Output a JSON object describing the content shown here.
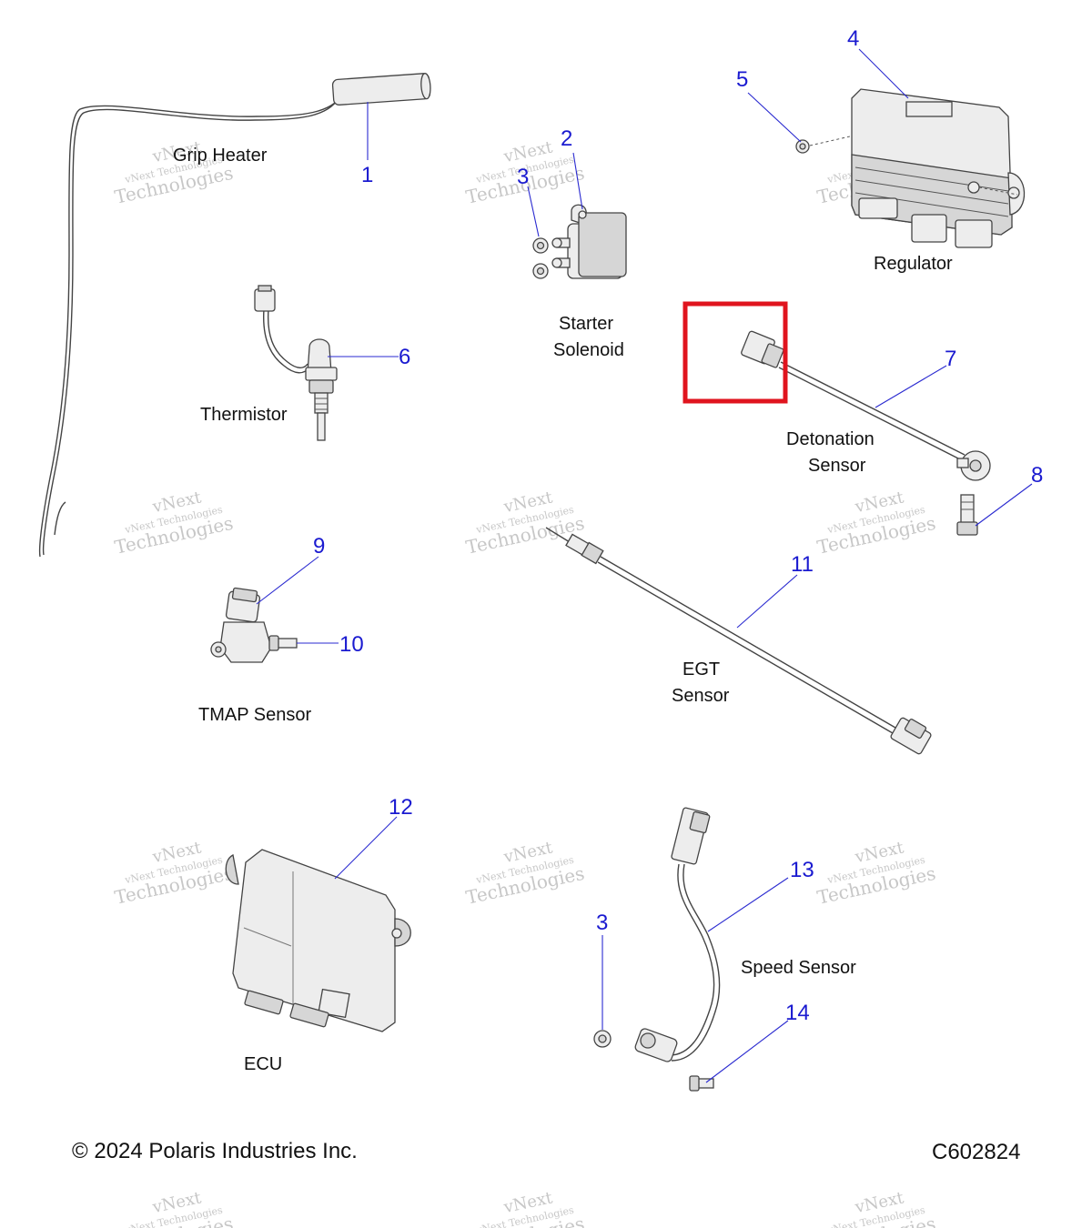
{
  "parts": [
    {
      "id": "grip-heater",
      "callout": "1",
      "label": "Grip Heater"
    },
    {
      "id": "starter-solenoid",
      "callout": "2",
      "label_lines": [
        "Starter",
        "Solenoid"
      ]
    },
    {
      "id": "nut-top",
      "callout": "3"
    },
    {
      "id": "regulator",
      "callout": "4",
      "label": "Regulator"
    },
    {
      "id": "regulator-screw",
      "callout": "5"
    },
    {
      "id": "thermistor",
      "callout": "6",
      "label": "Thermistor"
    },
    {
      "id": "detonation-sensor",
      "callout": "7",
      "label_lines": [
        "Detonation",
        "Sensor"
      ]
    },
    {
      "id": "detonation-bolt",
      "callout": "8"
    },
    {
      "id": "tmap-sensor",
      "callout": "9",
      "label": "TMAP Sensor"
    },
    {
      "id": "tmap-screw",
      "callout": "10"
    },
    {
      "id": "egt-sensor",
      "callout": "11",
      "label_lines": [
        "EGT",
        "Sensor"
      ]
    },
    {
      "id": "ecu",
      "callout": "12",
      "label": "ECU"
    },
    {
      "id": "speed-sensor",
      "callout": "13",
      "label": "Speed Sensor"
    },
    {
      "id": "nut-bottom",
      "callout": "3"
    },
    {
      "id": "speed-sensor-bolt",
      "callout": "14"
    }
  ],
  "watermark": {
    "line1": "vNext",
    "line2": "vNext Technologies",
    "line3": "Technologies"
  },
  "footer": {
    "copyright": "© 2024 Polaris Industries Inc.",
    "code": "C602824"
  },
  "highlight": {
    "color": "#e0141e",
    "target": "detonation-sensor connector"
  }
}
